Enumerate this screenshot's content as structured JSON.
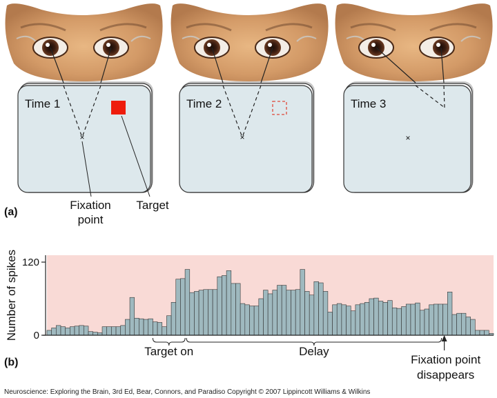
{
  "figure": {
    "panel_a_label": "(a)",
    "panel_b_label": "(b)",
    "panels": [
      {
        "time_label": "Time 1"
      },
      {
        "time_label": "Time 2"
      },
      {
        "time_label": "Time 3"
      }
    ],
    "callouts": {
      "fixation_line1": "Fixation",
      "fixation_line2": "point",
      "target": "Target"
    },
    "credit": "Neuroscience: Exploring the Brain, 3rd Ed, Bear, Connors, and Paradiso Copyright © 2007 Lippincott Williams & Wilkins"
  },
  "colors": {
    "screen_fill": "#dde8ec",
    "target_red": "#ee1c0c",
    "chart_bg": "#f9dad6",
    "bar_fill": "#9fb9bf"
  },
  "chart_data": {
    "type": "bar",
    "ylabel": "Number of spikes",
    "ylim": [
      0,
      120
    ],
    "yticks": [
      0,
      120
    ],
    "values": [
      8,
      12,
      16,
      14,
      12,
      14,
      15,
      16,
      15,
      6,
      5,
      4,
      14,
      14,
      14,
      14,
      16,
      26,
      62,
      28,
      27,
      26,
      27,
      22,
      21,
      14,
      32,
      54,
      92,
      93,
      108,
      70,
      72,
      74,
      75,
      75,
      75,
      96,
      98,
      106,
      85,
      85,
      52,
      50,
      48,
      48,
      60,
      74,
      68,
      74,
      82,
      82,
      74,
      74,
      75,
      108,
      72,
      66,
      88,
      86,
      72,
      38,
      50,
      52,
      50,
      48,
      40,
      50,
      52,
      54,
      60,
      61,
      56,
      54,
      57,
      45,
      44,
      47,
      51,
      51,
      53,
      41,
      43,
      50,
      51,
      51,
      51,
      71,
      34,
      36,
      36,
      30,
      26,
      8,
      8,
      8,
      3
    ],
    "annotations": [
      {
        "label": "Target on",
        "from_bin": 23,
        "to_bin": 30
      },
      {
        "label": "Delay",
        "from_bin": 30,
        "to_bin": 86
      },
      {
        "label_line1": "Fixation point",
        "label_line2": "disappears",
        "at_bin": 86
      }
    ]
  }
}
